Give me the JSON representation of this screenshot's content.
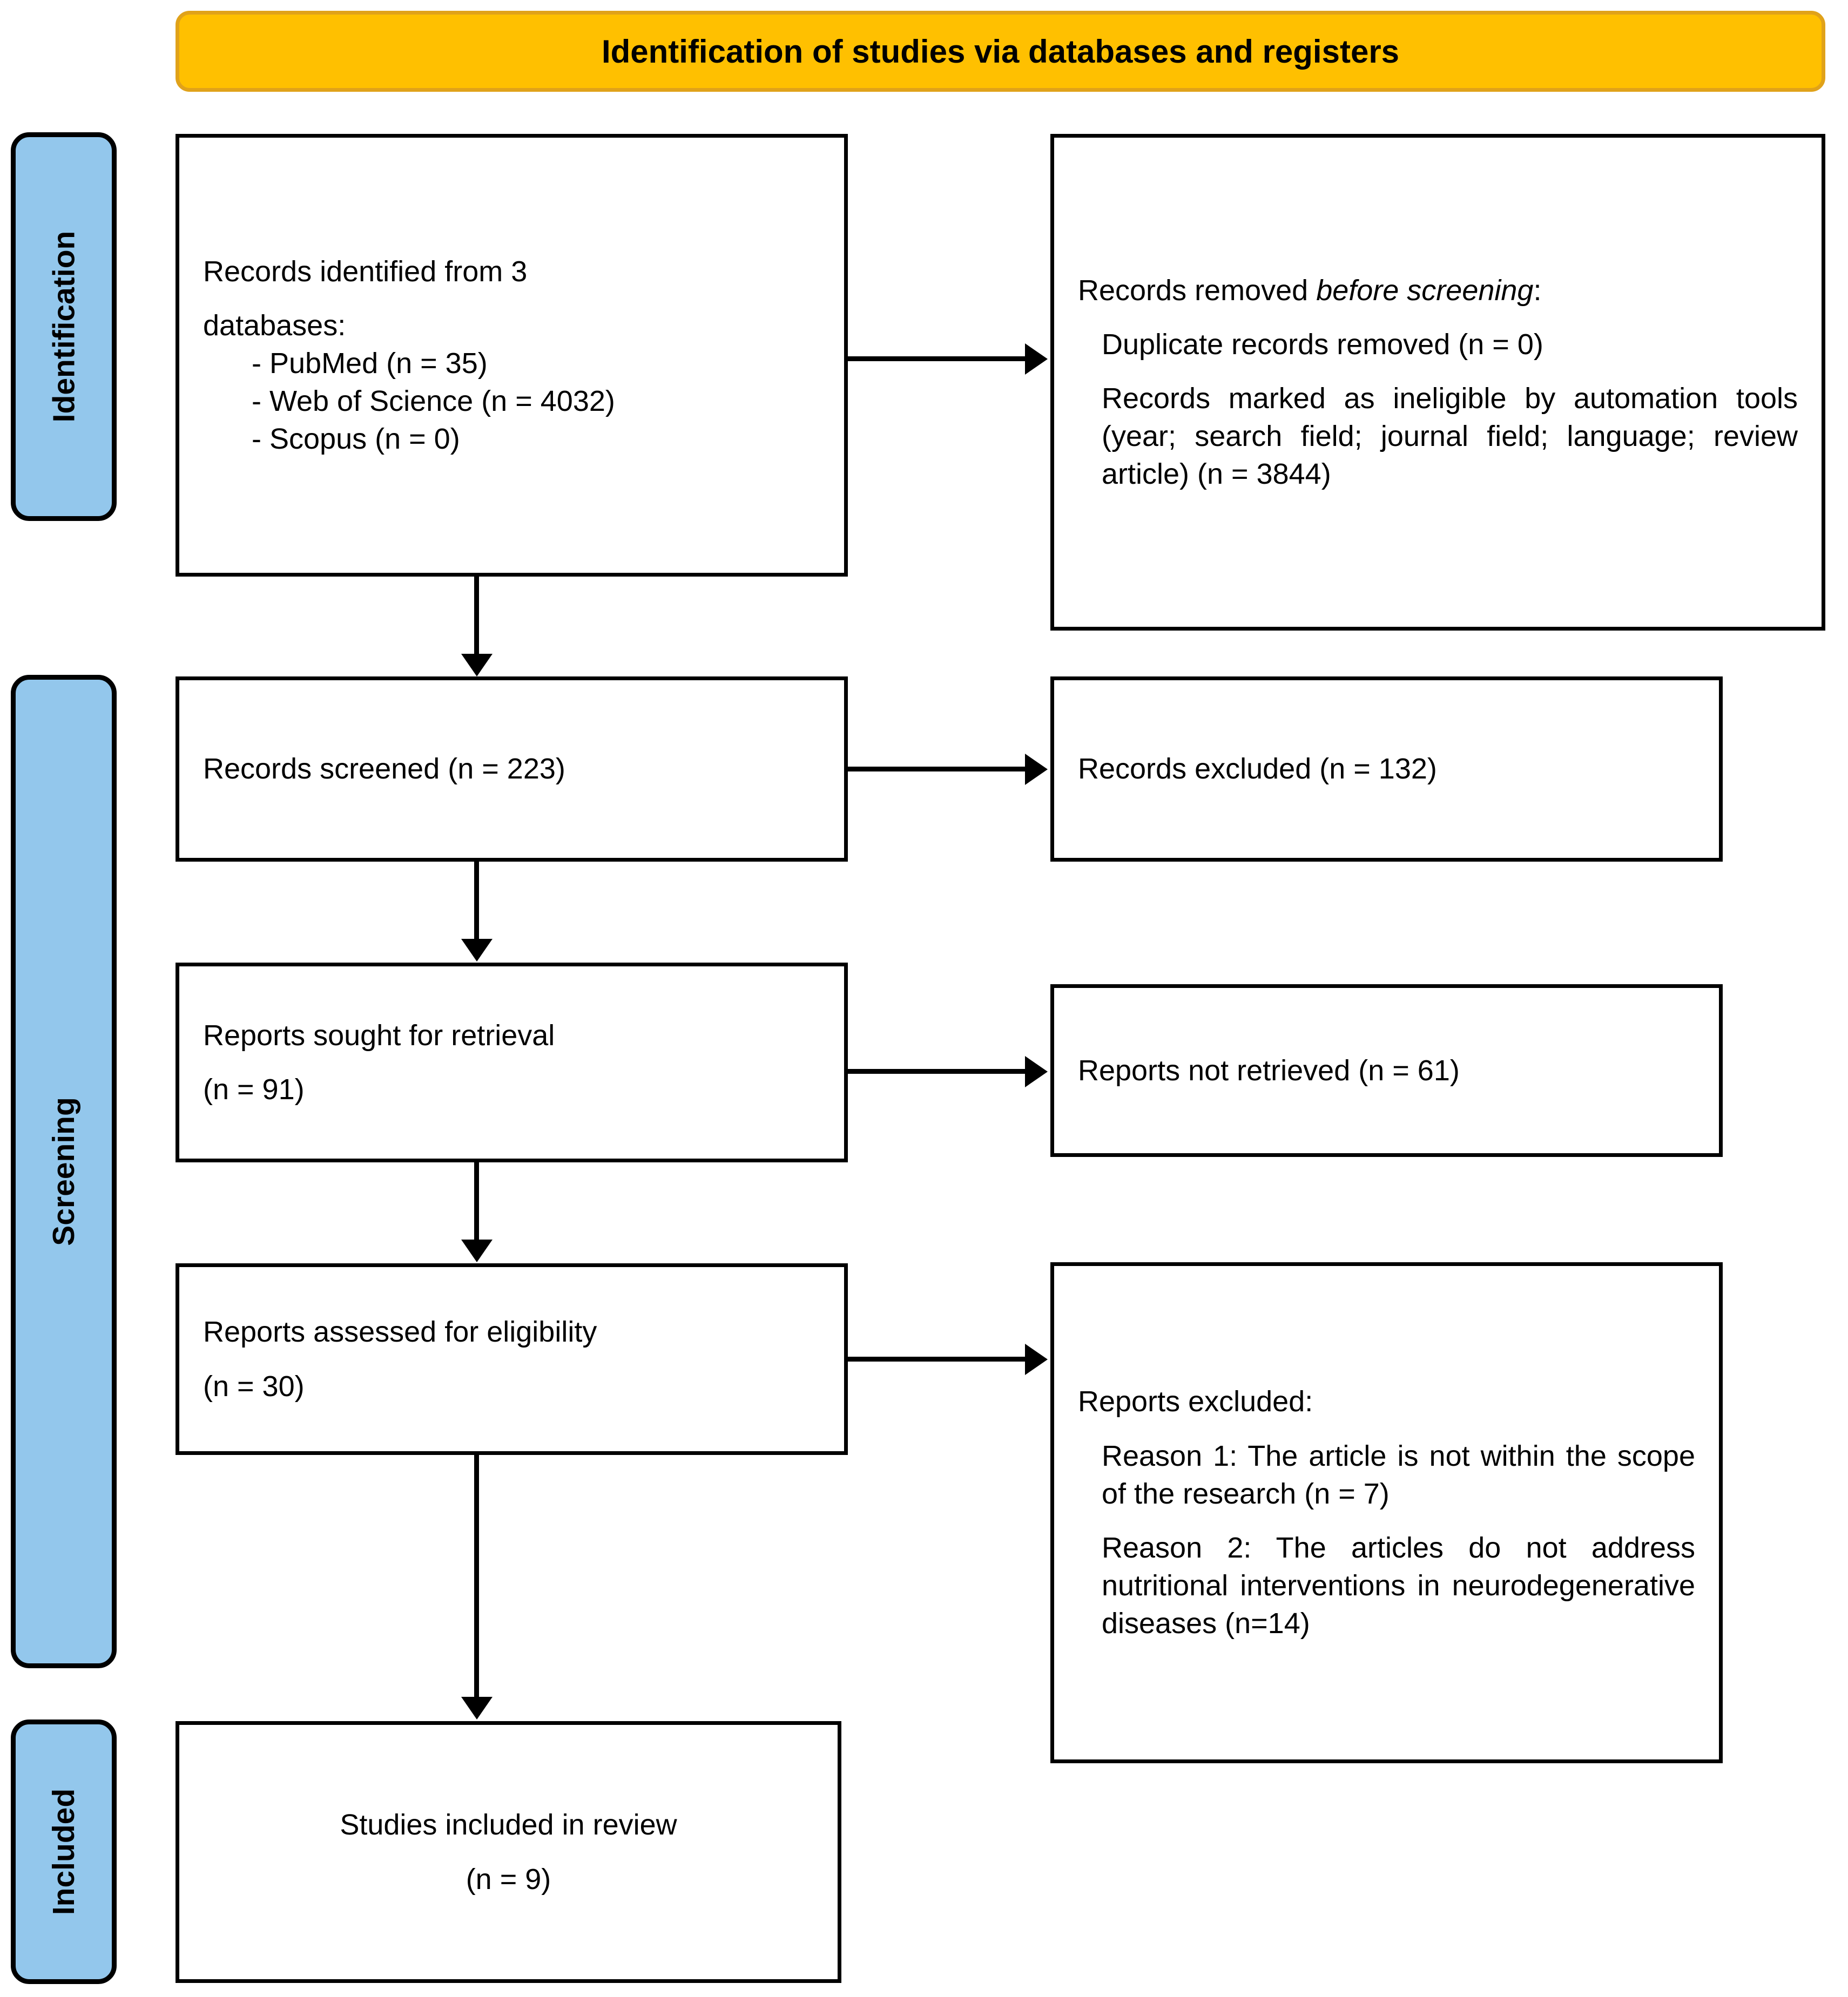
{
  "banner": {
    "title": "Identification of studies via databases and registers",
    "fill_color": "#FFC000",
    "border_color": "#E0A21A"
  },
  "stages": [
    {
      "name": "identification",
      "label": "Identification",
      "fill_color": "#93C7EC"
    },
    {
      "name": "screening",
      "label": "Screening",
      "fill_color": "#93C7EC"
    },
    {
      "name": "included",
      "label": "Included",
      "fill_color": "#93C7EC"
    }
  ],
  "boxes": {
    "records_identified": {
      "line1": "Records identified from 3",
      "line2": "databases:",
      "bullet1": "- PubMed (n = 35)",
      "bullet2": "- Web of Science (n = 4032)",
      "bullet3": "- Scopus (n = 0)"
    },
    "records_removed": {
      "heading_prefix": "Records removed ",
      "heading_italic": "before screening",
      "heading_suffix": ":",
      "item1": "Duplicate records removed (n = 0)",
      "item2": "Records marked as ineligible by automation tools (year; search field; journal field; language; review article) (n = 3844)"
    },
    "records_screened": {
      "text": "Records screened (n = 223)"
    },
    "records_excluded": {
      "text": "Records excluded (n = 132)"
    },
    "reports_sought": {
      "line1": "Reports sought for retrieval",
      "line2": "(n = 91)"
    },
    "reports_not_retrieved": {
      "text": "Reports not retrieved (n = 61)"
    },
    "reports_assessed": {
      "line1": "Reports assessed for eligibility",
      "line2": "(n = 30)"
    },
    "reports_excluded": {
      "heading": "Reports excluded:",
      "reason1": "Reason 1: The article is not within the scope of the research (n = 7)",
      "reason2": "Reason 2: The articles do not address nutritional interventions in neurodegenerative diseases (n=14)"
    },
    "studies_included": {
      "line1": "Studies included in review",
      "line2": "(n = 9)"
    }
  }
}
